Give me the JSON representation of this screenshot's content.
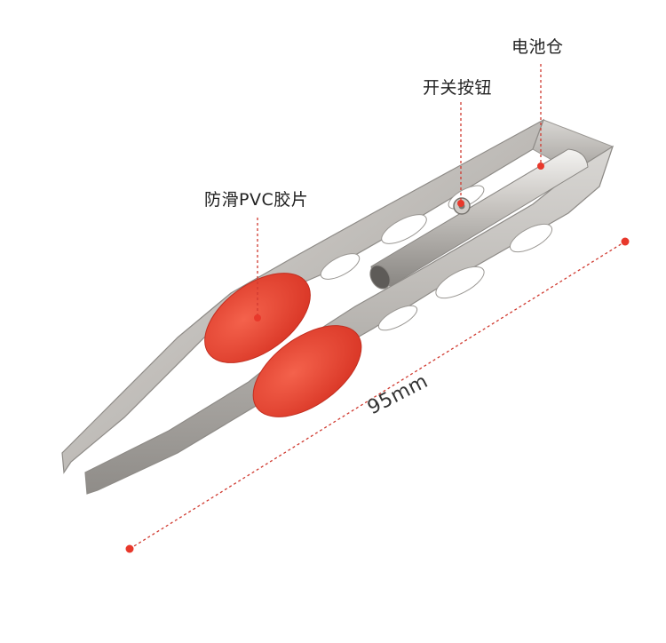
{
  "annotations": {
    "battery_compartment": "电池仓",
    "switch_button": "开关按钮",
    "pvc_pad": "防滑PVC胶片",
    "length": "95mm"
  },
  "colors": {
    "accent_red": "#e8382b",
    "pad_red": "#ef4a36",
    "steel_light": "#d8d6d3",
    "steel_mid": "#b3b0ac",
    "steel_dark": "#8e8b87",
    "leader_line": "#d03a30"
  }
}
